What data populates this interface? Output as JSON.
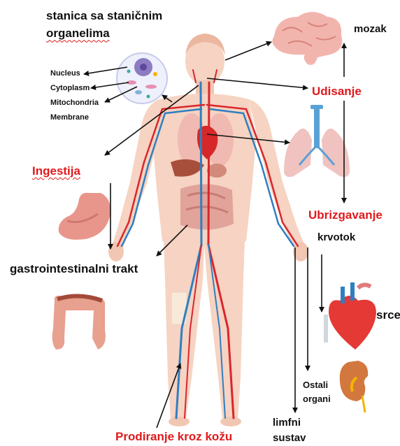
{
  "labels": {
    "cell_title_line1": "stanica sa staničnim",
    "cell_title_line2": "organelima",
    "nucleus": "Nucleus",
    "cytoplasm": "Cytoplasm",
    "mitochondria": "Mitochondria",
    "membrane": "Membrane",
    "brain": "mozak",
    "inhalation": "Udisanje",
    "ingestion": "Ingestija",
    "injection": "Ubrizgavanje",
    "bloodstream": "krvotok",
    "gi_tract": "gastrointestinalni trakt",
    "heart": "srce",
    "other_organs_line1": "Ostali",
    "other_organs_line2": "organi",
    "lymph_line1": "limfni",
    "lymph_line2": "sustav",
    "skin_penetration": "Prodiranje kroz kožu"
  },
  "colors": {
    "route_red": "#e0191b",
    "arrow": "#111111",
    "skin": "#f6d3c2",
    "artery": "#d9262c",
    "vein": "#2f7fc1",
    "organ_pink": "#e9a7a0",
    "cell_bg": "#eef0fb"
  }
}
